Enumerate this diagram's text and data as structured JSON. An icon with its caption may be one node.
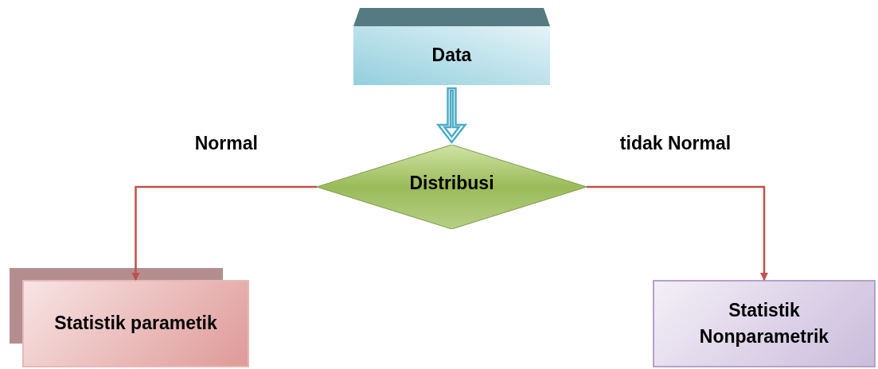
{
  "diagram": {
    "nodes": [
      {
        "text": [
          "Data"
        ]
      },
      {
        "text": [
          "Distribusi"
        ]
      },
      {
        "text": [
          "Statistik parametik"
        ]
      },
      {
        "text": [
          "Statistik Nonparametrik"
        ]
      }
    ],
    "edges": [
      {
        "from": 0,
        "to": 1,
        "arrow": "to",
        "style": "thick",
        "color": "#4bacc6"
      },
      {
        "from": 1,
        "to": 2,
        "arrow": "to",
        "label": "Normal"
      },
      {
        "from": 1,
        "to": 3,
        "arrow": "to",
        "label": "tidak Normal"
      }
    ]
  }
}
